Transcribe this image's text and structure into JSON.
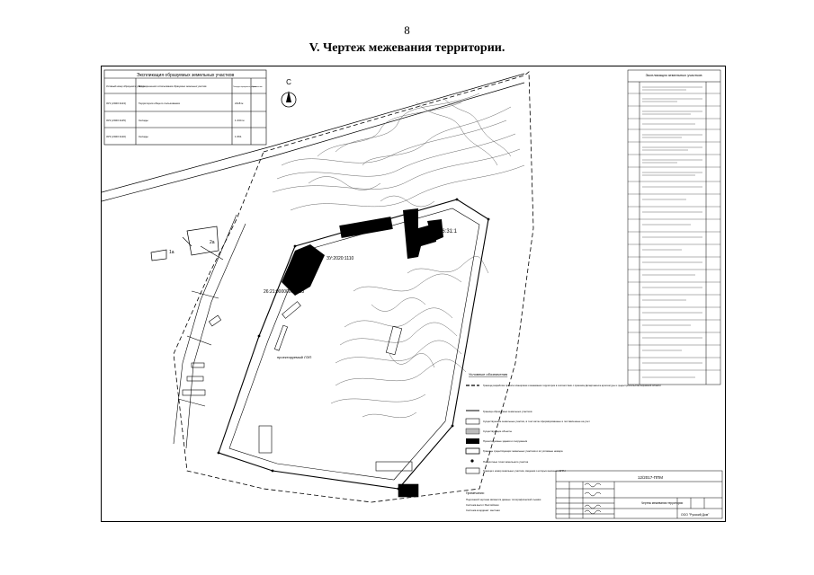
{
  "page_number": "8",
  "page_title": "V. Чертеж межевания территории.",
  "left_table": {
    "title": "Экспликация образуемых земельных участков",
    "columns": [
      "Условный номер образуемого участка",
      "Вид разрешенного использования образуемых земельных участков",
      "Площадь образуемого участка",
      "Примечание"
    ],
    "rows": [
      [
        "ЗУ1 (2020:1113)",
        "Территории общего пользования",
        "2118 м",
        ""
      ],
      [
        "ЗУ2 (2020:1115)",
        "Склады",
        "1 234 м",
        ""
      ],
      [
        "ЗУ3 (2020:1110)",
        "Склады",
        "1 661",
        ""
      ]
    ]
  },
  "right_table": {
    "title": "Экспликация земельных участков"
  },
  "north_arrow": {
    "letter": "С"
  },
  "plan_labels": {
    "lot_a": "ЗУ:2020:1110",
    "lot_b": "26:21:0000000:1113",
    "lot_c": "16:31:1",
    "road": "проектируемый ЛЭП",
    "small_a": "2а",
    "small_b": "1а"
  },
  "legend": {
    "heading": "Условные обозначения",
    "items": [
      "Граница разработки проекта планировки и межевания территории в соответствии с приказом Департамента архитектуры и градостроительства Кировской области",
      "Граница образуемых земельных участков",
      "Существующие земельные участки, в том числе сформированные и поставленные на учет",
      "Существующие объекты",
      "Проектируемые здания и сооружения",
      "Границы существующих земельных участков и их условные номера",
      "Поворотные точки земельного участка",
      "Граница и номер земельных участков, сведения о которых внесены в ЕГРН"
    ]
  },
  "notes": {
    "heading": "Примечания:",
    "lines": [
      "Подложкой чертежа являются данные топографической съемки",
      "Система высот: Балтийская",
      "Система координат: местная"
    ]
  },
  "title_block": {
    "project_code": "12/2017-ППМ",
    "sheet_title": "Чертеж межевания территории",
    "organization": "ООО \"Русский Дом\""
  }
}
